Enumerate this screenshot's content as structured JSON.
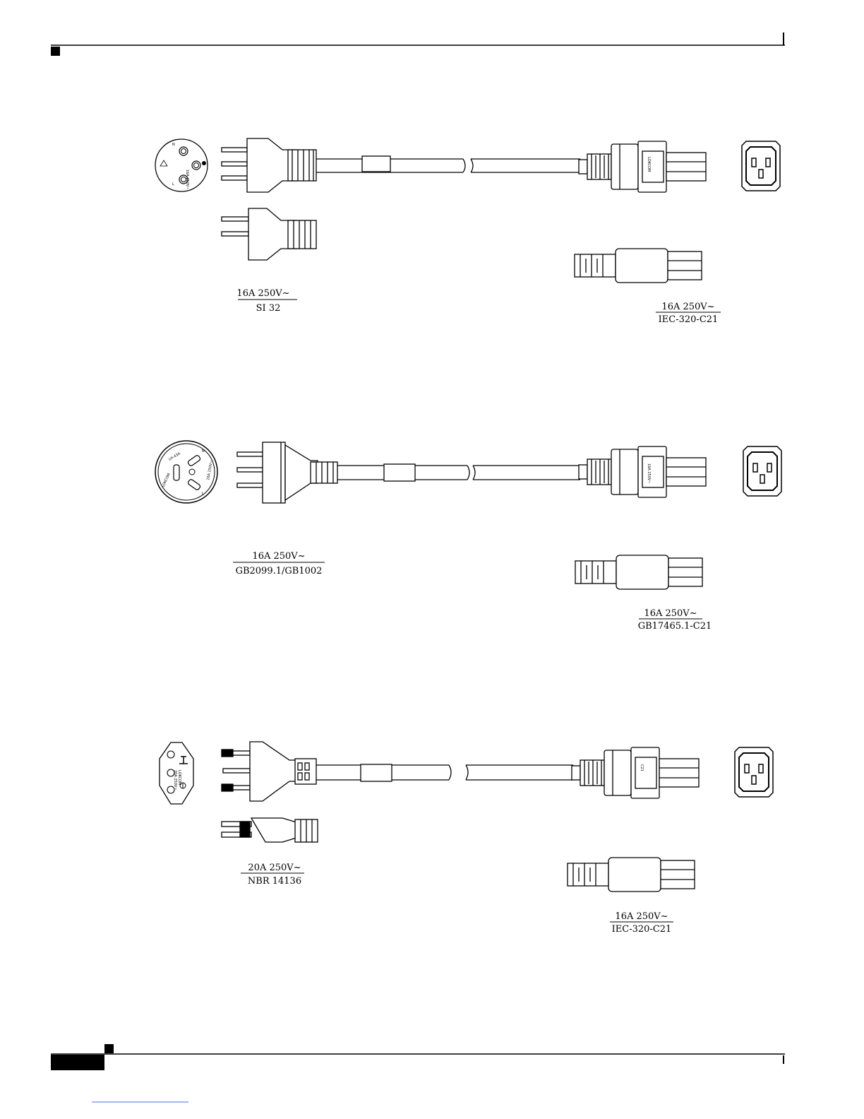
{
  "figures": [
    {
      "plug_rating": "16A 250V~",
      "plug_standard": "SI 32",
      "connector_rating": "16A 250V~",
      "connector_standard": "IEC-320-C21",
      "plug_face_text": [
        "N",
        "L",
        "16A 250V~",
        "SI 32",
        "LOKCOM"
      ]
    },
    {
      "plug_rating": "16A 250V~",
      "plug_standard": "GB2099.1/GB1002",
      "connector_rating": "16A 250V~",
      "connector_standard": "GB17465.1-C21",
      "plug_face_text": [
        "N",
        "L",
        "LOKCOM",
        "16A 250V~",
        "LH-43A"
      ]
    },
    {
      "plug_rating": "20A 250V~",
      "plug_standard": "NBR 14136",
      "connector_rating": "16A 250V~",
      "connector_standard": "IEC-320-C21",
      "plug_face_text": [
        "LOKCOM",
        "20A 250V~"
      ]
    }
  ],
  "connector_body_text": [
    "LOKCOM",
    "16A 250V~",
    "C21"
  ],
  "icons": [
    "power-plug-icon",
    "iec-c21-connector-icon",
    "outlet-face-icon"
  ]
}
